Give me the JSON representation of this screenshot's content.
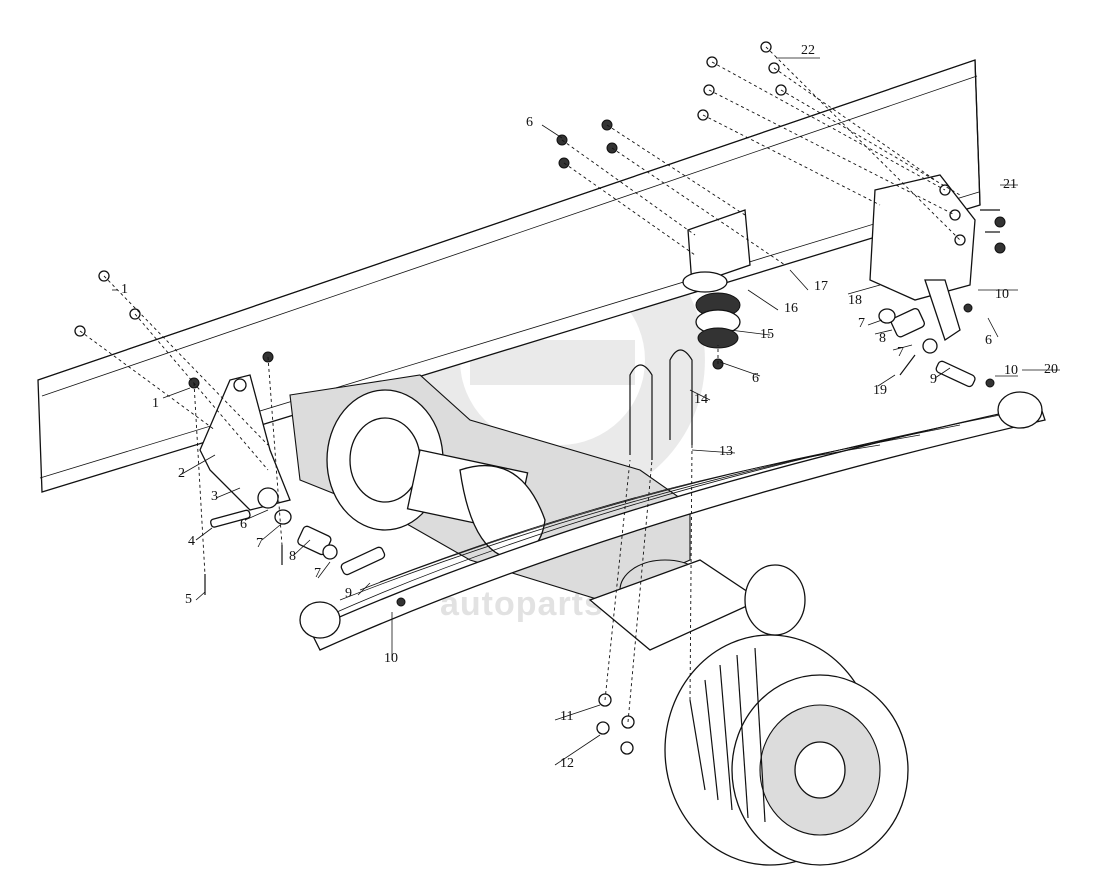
{
  "diagram": {
    "watermark_text": "autoparts",
    "callouts": [
      {
        "id": "c1a",
        "text": "1"
      },
      {
        "id": "c1b",
        "text": "1"
      },
      {
        "id": "c2",
        "text": "2"
      },
      {
        "id": "c3",
        "text": "3"
      },
      {
        "id": "c4",
        "text": "4"
      },
      {
        "id": "c5",
        "text": "5"
      },
      {
        "id": "c6a",
        "text": "6"
      },
      {
        "id": "c6b",
        "text": "6"
      },
      {
        "id": "c6c",
        "text": "6"
      },
      {
        "id": "c6d",
        "text": "6"
      },
      {
        "id": "c7a",
        "text": "7"
      },
      {
        "id": "c7b",
        "text": "7"
      },
      {
        "id": "c7c",
        "text": "7"
      },
      {
        "id": "c7d",
        "text": "7"
      },
      {
        "id": "c8a",
        "text": "8"
      },
      {
        "id": "c8b",
        "text": "8"
      },
      {
        "id": "c9a",
        "text": "9"
      },
      {
        "id": "c9b",
        "text": "9"
      },
      {
        "id": "c10a",
        "text": "10"
      },
      {
        "id": "c10b",
        "text": "10"
      },
      {
        "id": "c10c",
        "text": "10"
      },
      {
        "id": "c11",
        "text": "11"
      },
      {
        "id": "c12",
        "text": "12"
      },
      {
        "id": "c13",
        "text": "13"
      },
      {
        "id": "c14",
        "text": "14"
      },
      {
        "id": "c15",
        "text": "15"
      },
      {
        "id": "c16",
        "text": "16"
      },
      {
        "id": "c17",
        "text": "17"
      },
      {
        "id": "c18",
        "text": "18"
      },
      {
        "id": "c19",
        "text": "19"
      },
      {
        "id": "c20",
        "text": "20"
      },
      {
        "id": "c21",
        "text": "21"
      },
      {
        "id": "c22",
        "text": "22"
      }
    ]
  },
  "colors": {
    "line": "#111111",
    "watermark": "#d9d9d9",
    "shade": "#dcdcdc"
  }
}
